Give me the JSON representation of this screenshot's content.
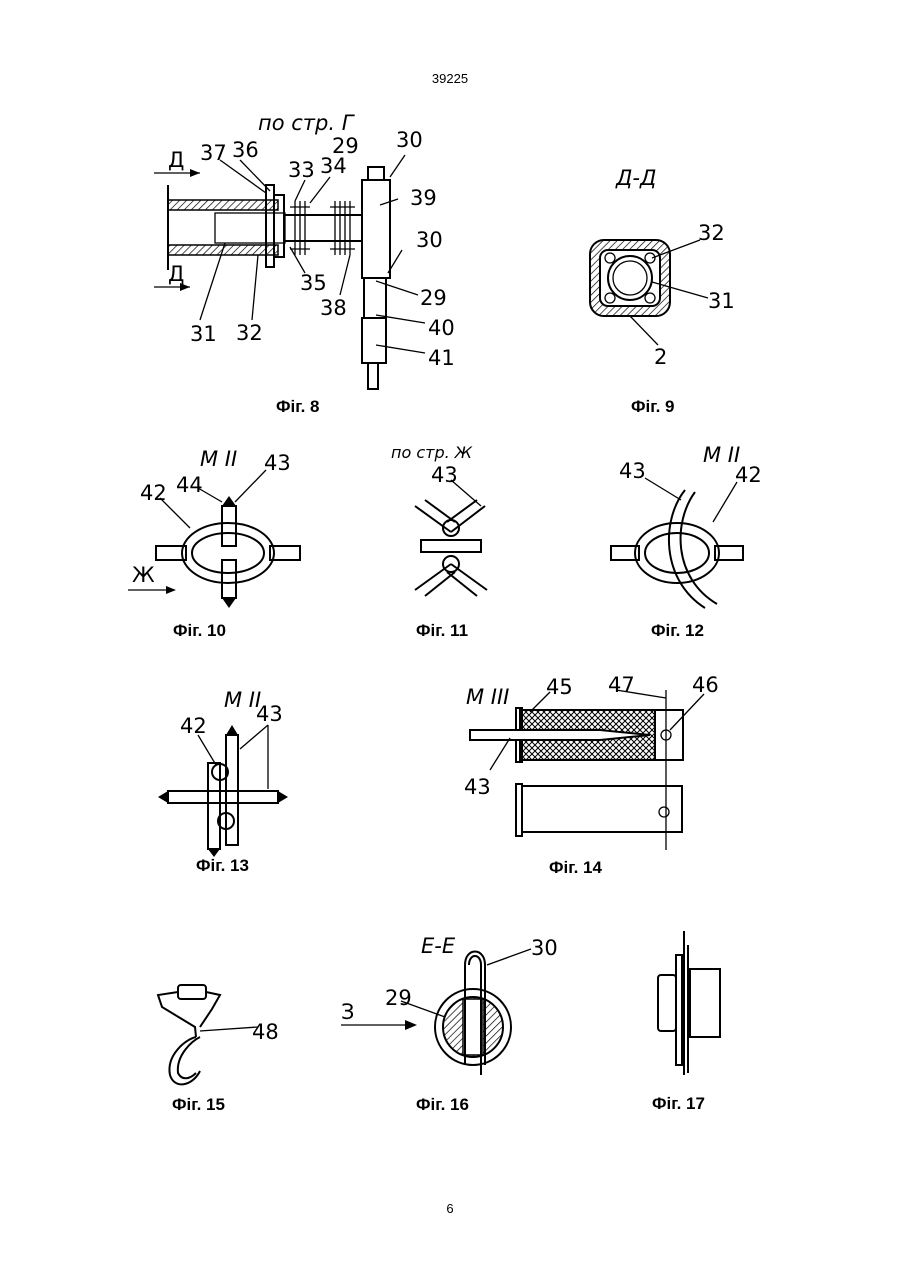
{
  "header": {
    "doc_number": "39225"
  },
  "footer": {
    "page_number": "6"
  },
  "figures": [
    {
      "id": "fig8",
      "caption": "Фіг. 8",
      "labels": {
        "view": "по стр. Г",
        "sec_top": "Д",
        "sec_bot": "Д",
        "l29a": "29",
        "l30a": "30",
        "l37": "37",
        "l36": "36",
        "l33": "33",
        "l34": "34",
        "l39": "39",
        "l30b": "30",
        "l31": "31",
        "l32": "32",
        "l35": "35",
        "l38": "38",
        "l29b": "29",
        "l40": "40",
        "l41": "41"
      }
    },
    {
      "id": "fig9",
      "caption": "Фіг. 9",
      "labels": {
        "section": "Д-Д",
        "l32": "32",
        "l31": "31",
        "l2": "2"
      }
    },
    {
      "id": "fig10",
      "caption": "Фіг. 10",
      "labels": {
        "scale": "М II",
        "l43": "43",
        "l42": "42",
        "l44": "44",
        "arrow": "Ж"
      }
    },
    {
      "id": "fig11",
      "caption": "Фіг. 11",
      "labels": {
        "view": "по стр. Ж",
        "l43": "43"
      }
    },
    {
      "id": "fig12",
      "caption": "Фіг. 12",
      "labels": {
        "scale": "М II",
        "l43": "43",
        "l42": "42"
      }
    },
    {
      "id": "fig13",
      "caption": "Фіг. 13",
      "labels": {
        "scale": "М II",
        "l42": "42",
        "l43": "43"
      }
    },
    {
      "id": "fig14",
      "caption": "Фіг. 14",
      "labels": {
        "scale": "М III",
        "l45": "45",
        "l47": "47",
        "l46": "46",
        "l43": "43"
      }
    },
    {
      "id": "fig15",
      "caption": "Фіг. 15",
      "labels": {
        "l48": "48"
      }
    },
    {
      "id": "fig16",
      "caption": "Фіг. 16",
      "labels": {
        "section": "Е-Е",
        "l30": "30",
        "l29": "29",
        "arrow": "З"
      }
    },
    {
      "id": "fig17",
      "caption": "Фіг. 17",
      "labels": {}
    }
  ]
}
